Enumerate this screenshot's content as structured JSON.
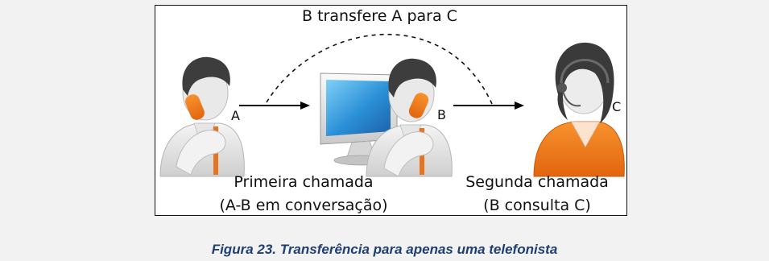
{
  "diagram": {
    "top_label": "B transfere A para C",
    "person_a_label": "A",
    "person_b_label": "B",
    "person_c_label": "C",
    "first_call": {
      "line1": "Primeira chamada",
      "line2": "(A-B em conversação)"
    },
    "second_call": {
      "line1": "Segunda chamada",
      "line2": "(B consulta C)"
    }
  },
  "caption": "Figura 23. Transferência para apenas uma telefonista",
  "colors": {
    "page_background": "#f2f2f2",
    "figure_background": "#ffffff",
    "phone_orange": "#e8731e",
    "operator_orange": "#f07a1e",
    "caption_blue": "#1f3f73",
    "monitor_blue": "#2a8fd6"
  },
  "icons": {
    "person_a": "caller-on-phone-icon",
    "person_b": "caller-on-phone-icon",
    "person_c": "operator-headset-icon",
    "computer": "computer-monitor-icon"
  }
}
